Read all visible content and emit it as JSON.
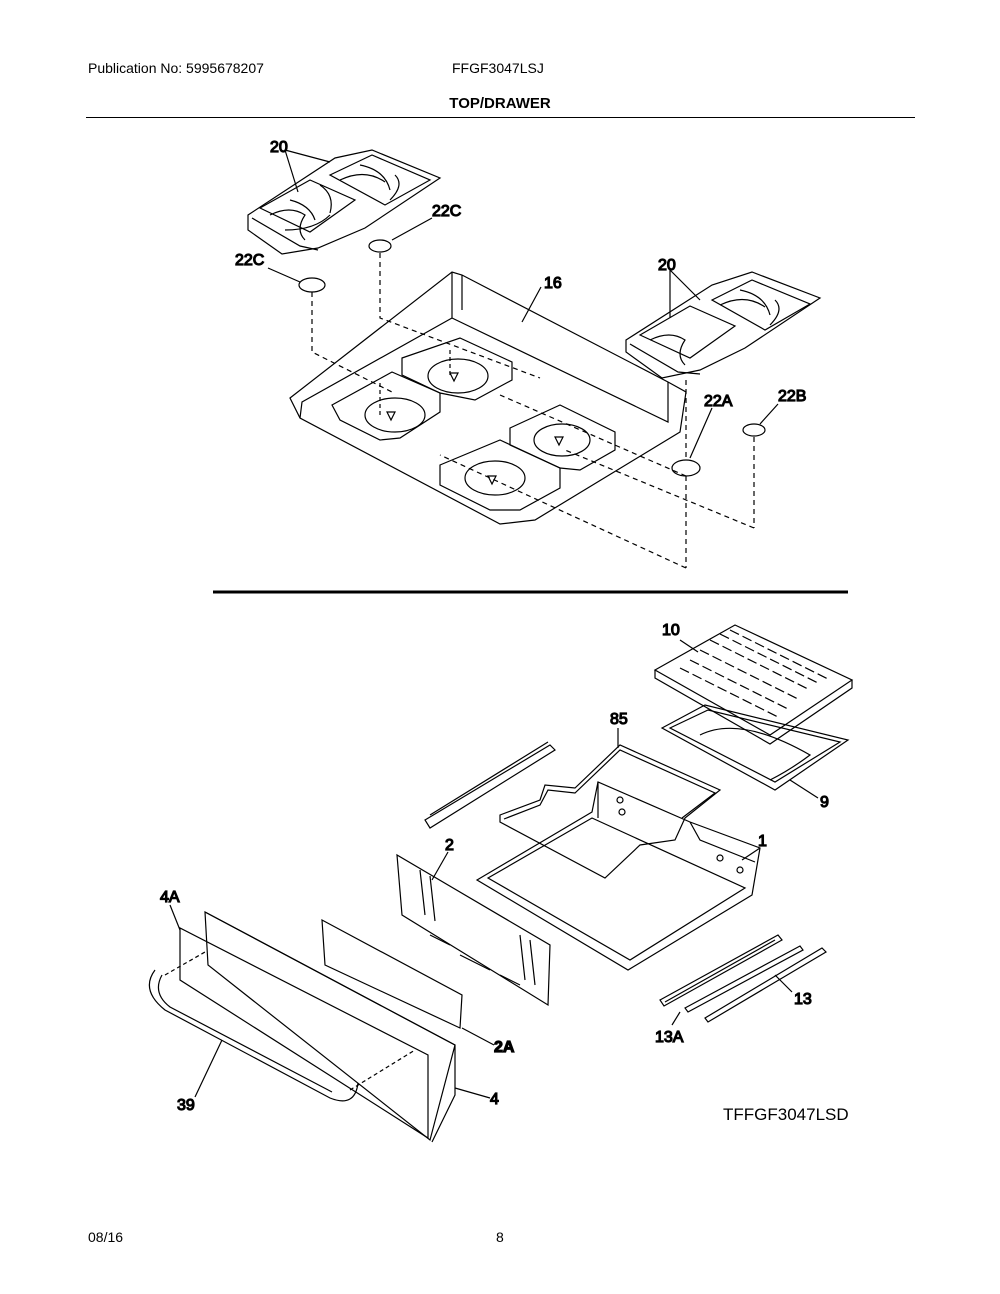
{
  "header": {
    "publication": "Publication No: 5995678207",
    "model": "FFGF3047LSJ",
    "section_title": "TOP/DRAWER"
  },
  "callouts": {
    "grates_left": "20",
    "cap_22c_right": "22C",
    "cap_22c_left": "22C",
    "cooktop": "16",
    "grates_right": "20",
    "cap_22a": "22A",
    "cap_22b": "22B",
    "broiler_grid": "10",
    "rack": "85",
    "broiler_pan": "9",
    "drawer_body": "1",
    "drawer_back_panel": "2",
    "drawer_panel_2a": "2A",
    "drawer_front": "4",
    "drawer_front_4a": "4A",
    "handle": "39",
    "slide_13": "13",
    "slide_13a": "13A"
  },
  "figure_id": "TFFGF3047LSD",
  "footer": {
    "date": "08/16",
    "page": "8"
  }
}
